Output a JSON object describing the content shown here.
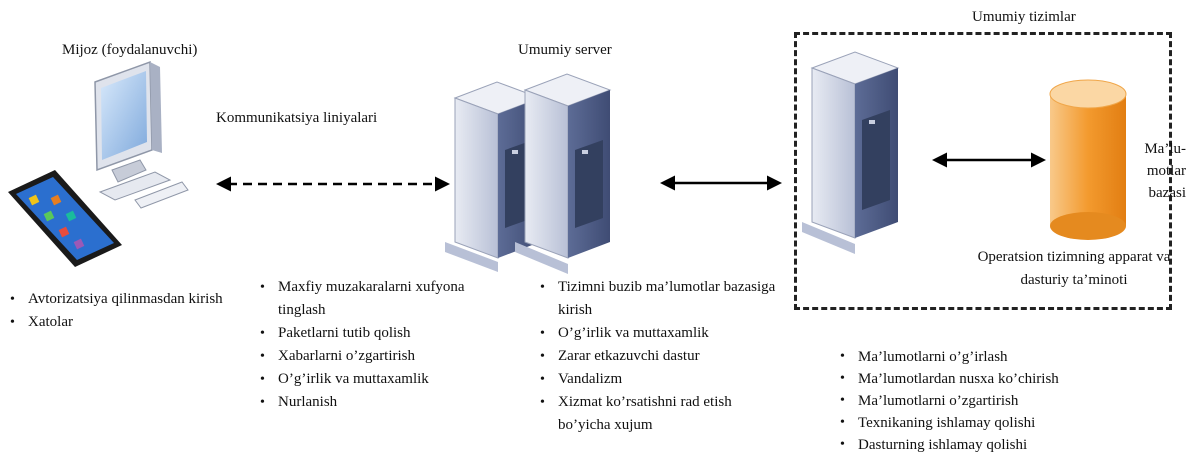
{
  "client": {
    "title": "Mijoz (foydalanuvchi)"
  },
  "comm": {
    "title": "Kommunikatsiya liniyalari"
  },
  "server": {
    "title": "Umumiy server"
  },
  "systems": {
    "title": "Umumiy tizimlar",
    "db_label": [
      "Ma’lu-",
      "motlar",
      "bazasi"
    ],
    "os_label": [
      "Operatsion tizimning apparat va",
      "dasturiy ta’minoti"
    ]
  },
  "lists": {
    "client": [
      "Avtorizatsiya qilinmasdan kirish",
      "Xatolar"
    ],
    "comm": [
      "Maxfiy muzakaralarni xufyona tinglash",
      "Paketlarni tutib qolish",
      "Xabarlarni o’zgartirish",
      "O’g’irlik va muttaxamlik",
      "Nurlanish"
    ],
    "server": [
      "Tizimni buzib ma’lumotlar bazasiga kirish",
      "O’g’irlik va muttaxamlik",
      "Zarar etkazuvchi dastur",
      "Vandalizm",
      "Xizmat ko’rsatishni rad etish bo’yicha xujum"
    ],
    "systems": [
      "Ma’lumotlarni o’g’irlash",
      "Ma’lumotlardan nusxa ko’chirish",
      "Ma’lumotlarni o’zgartirish",
      "Texnikaning ishlamay qolishi",
      "Dasturning ishlamay qolishi"
    ]
  },
  "colors": {
    "server_face": "#c9cfe0",
    "server_side": "#6f7fa8",
    "server_dark": "#3d4a6e",
    "db_orange": "#f39a2e",
    "db_light": "#f7c27a",
    "monitor_blue": "#9fc3ee"
  }
}
